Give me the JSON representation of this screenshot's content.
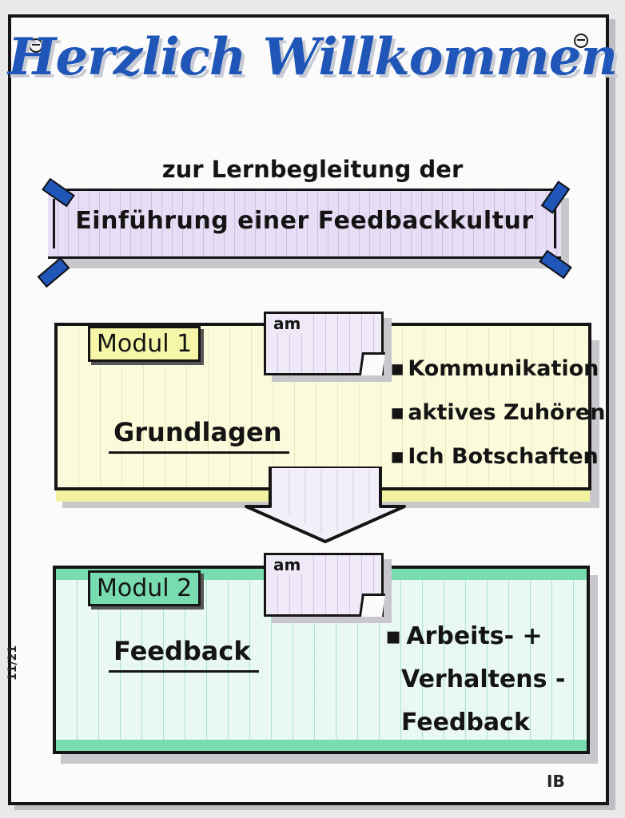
{
  "title": "Herzlich Willkommen",
  "subtitle": "zur Lernbegleitung der",
  "banner": "Einführung einer Feedbackkultur",
  "module1": {
    "tag": "Modul 1",
    "note": "am",
    "topic": "Grundlagen",
    "bullets": [
      "Kommunikation",
      "aktives Zuhören",
      "Ich Botschaften"
    ]
  },
  "module2": {
    "tag": "Modul 2",
    "note": "am",
    "topic": "Feedback",
    "bullets": [
      "Arbeits-  +",
      "Verhaltens -",
      "Feedback"
    ]
  },
  "side_label": "11/21",
  "signature": "IB",
  "colors": {
    "title_blue": "#1f56b8",
    "banner_lilac": "#e7def5",
    "module1_yellow": "#f5f6a8",
    "module2_green": "#79dcb0"
  }
}
